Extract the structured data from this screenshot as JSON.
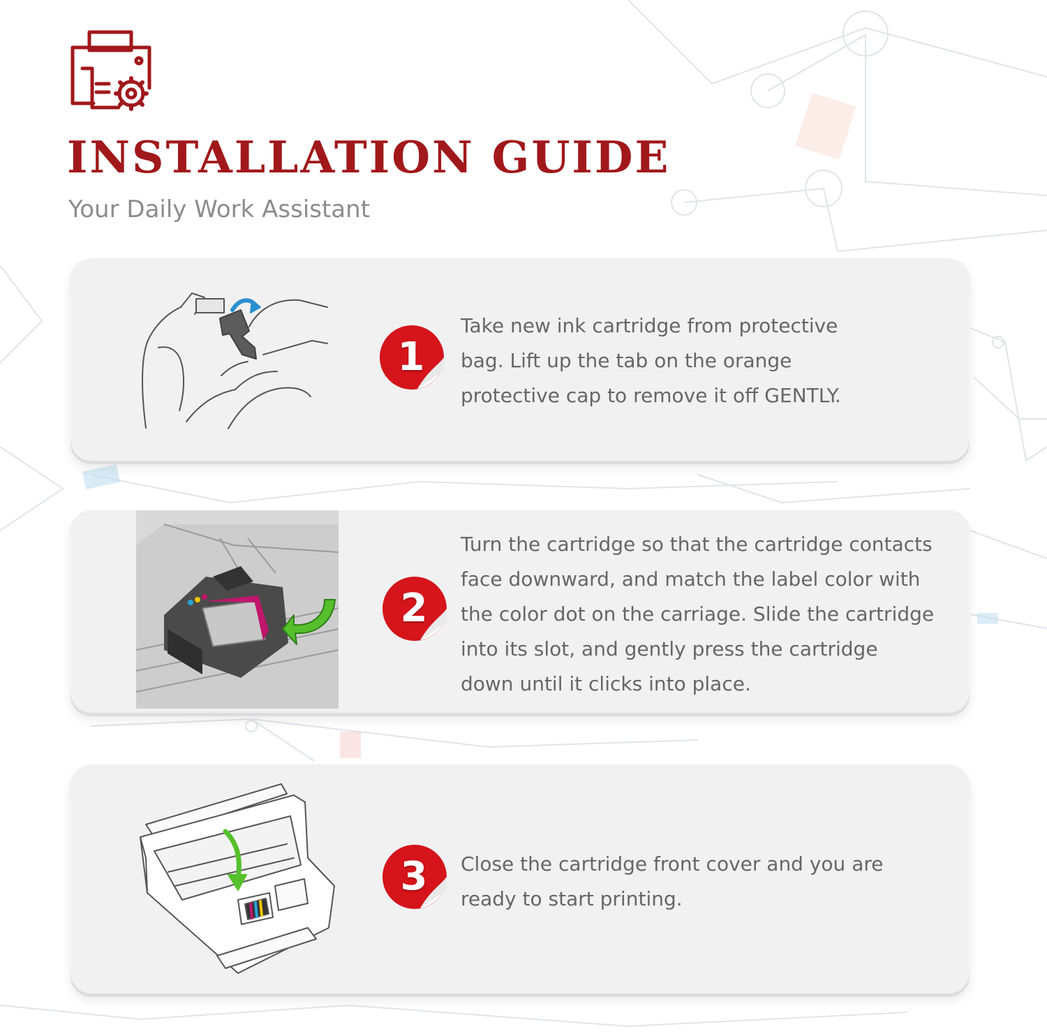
{
  "header": {
    "icon": "printer-settings-icon",
    "title": "INSTALLATION GUIDE",
    "subtitle": "Your Daily Work Assistant"
  },
  "colors": {
    "brand_red": "#a1181b",
    "badge_red": "#d5141b",
    "card_bg": "#f1f1f1",
    "text_gray": "#666666",
    "subtitle_gray": "#8c8c8c"
  },
  "steps": [
    {
      "number": "1",
      "illustration": "hand-removing-protective-cap-illustration",
      "lines": [
        "Take new ink cartridge from protective",
        "bag. Lift up the tab on the orange",
        "protective cap to remove it off GENTLY."
      ]
    },
    {
      "number": "2",
      "illustration": "cartridge-into-carriage-photo",
      "lines": [
        "Turn the cartridge so that the cartridge contacts",
        "face downward, and match the label color with",
        "the color dot on the carriage. Slide the cartridge",
        "into its slot, and gently press the cartridge",
        "down until it clicks into place."
      ]
    },
    {
      "number": "3",
      "illustration": "printer-close-cover-illustration",
      "lines": [
        "Close the cartridge front cover and you are",
        "ready to start printing."
      ]
    }
  ]
}
